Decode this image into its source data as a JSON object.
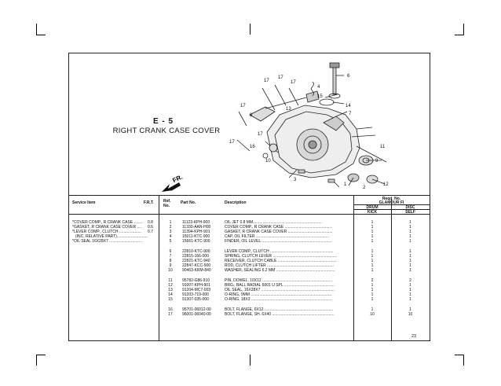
{
  "section": {
    "code": "E - 5",
    "title": "RIGHT CRANK CASE COVER",
    "direction_label": "FR."
  },
  "callouts": [
    "17",
    "17",
    "17",
    "6",
    "4",
    "15",
    "17",
    "13",
    "14",
    "7",
    "17",
    "8",
    "17",
    "16",
    "10",
    "11",
    "3",
    "9",
    "1",
    "12",
    "2"
  ],
  "table": {
    "headers": {
      "service_item": "Service Item",
      "frt": "F.R.T.",
      "ref_no": "Ref. No.",
      "part_no": "Part No.",
      "description": "Description",
      "reqd_no": "Reqd. No.",
      "model": "GLAMOUR FI",
      "col_a": "DRUM",
      "col_a_sub": "KICK",
      "col_b": "DISC",
      "col_b_sub": "SELF"
    },
    "service_items": [
      {
        "name": "*COVER COMP., R CRANK CASE ........",
        "frt": "0.8"
      },
      {
        "name": "*GASKET, R CRANK CASE COVER ....",
        "frt": "0.6"
      },
      {
        "name": "*LEVER COMP., CLUTCH ....................",
        "frt": "0.7"
      },
      {
        "name": "(INC. RELATIVE PART)............................",
        "frt": ""
      },
      {
        "name": "*OIL SEAL 16X28X7 ..............................",
        "frt": ""
      }
    ],
    "parts": [
      {
        "ref": "1",
        "part": "11123-KPH-900",
        "desc": "OIL JET 0.8 MM...............................................................",
        "a": "1",
        "b": "1"
      },
      {
        "ref": "2",
        "part": "11330-AAN-H00",
        "desc": "COVER COMP., R CRANK CASE ...........................................",
        "a": "1",
        "b": "1"
      },
      {
        "ref": "3",
        "part": "11394-KPH-901",
        "desc": "GASKET, R CRANK CASE COVER .........................................",
        "a": "1",
        "b": "1"
      },
      {
        "ref": "4",
        "part": "15011-KTC-900",
        "desc": "CAP, OIL FILTER ...................................................................",
        "a": "1",
        "b": "1"
      },
      {
        "ref": "5",
        "part": "15661-KTC-900",
        "desc": "FINDER, OIL LEVEL.................................................................",
        "a": "1",
        "b": "1"
      },
      {
        "ref": "6",
        "part": "22810-KTC-900",
        "desc": "LEVER COMP., CLUTCH ..........................................................",
        "a": "1",
        "b": "1"
      },
      {
        "ref": "7",
        "part": "22815-166-000",
        "desc": "SPRING, CLUTCH LEVER ...........................................................",
        "a": "1",
        "b": "1"
      },
      {
        "ref": "8",
        "part": "22821-KTC-940",
        "desc": "RECEIVER, CLUTCH CABLE ......................................................",
        "a": "1",
        "b": "1"
      },
      {
        "ref": "9",
        "part": "22847-KCC-900",
        "desc": "ROD, CLUTCH LIFTER .............................................................",
        "a": "1",
        "b": "1"
      },
      {
        "ref": "10",
        "part": "90463-KRM-840",
        "desc": "WASHER, SEALING 6.2 MM ......................................................",
        "a": "1",
        "b": "1"
      },
      {
        "ref": "11",
        "part": "95782-G86-910",
        "desc": "PIN, DOWEL, 10X12 ................................................................",
        "a": "2",
        "b": "2"
      },
      {
        "ref": "12",
        "part": "91007-KPH-901",
        "desc": "BRG., BALL RADIAL 6001 U SPL ..............................................",
        "a": "1",
        "b": "1"
      },
      {
        "ref": "13",
        "part": "91204-MC7-003",
        "desc": "OIL SEAL, 16X28X7 ...................................................................",
        "a": "1",
        "b": "1"
      },
      {
        "ref": "14",
        "part": "91203-719-000",
        "desc": "O-RING, 9MM ..........................................................................",
        "a": "1",
        "b": "1"
      },
      {
        "ref": "15",
        "part": "91307-035-000",
        "desc": "O-RING, 18X3 ..........................................................................",
        "a": "1",
        "b": "1"
      },
      {
        "ref": "16",
        "part": "95701-06012-00",
        "desc": "BOLT, FLANGE, 6X12 ...............................................................",
        "a": "1",
        "b": "1"
      },
      {
        "ref": "17",
        "part": "96001-06040-00",
        "desc": "BOLT, FLANGE, SH. 6X40 .........................................................",
        "a": "10",
        "b": "10"
      }
    ]
  },
  "page_number": "23"
}
